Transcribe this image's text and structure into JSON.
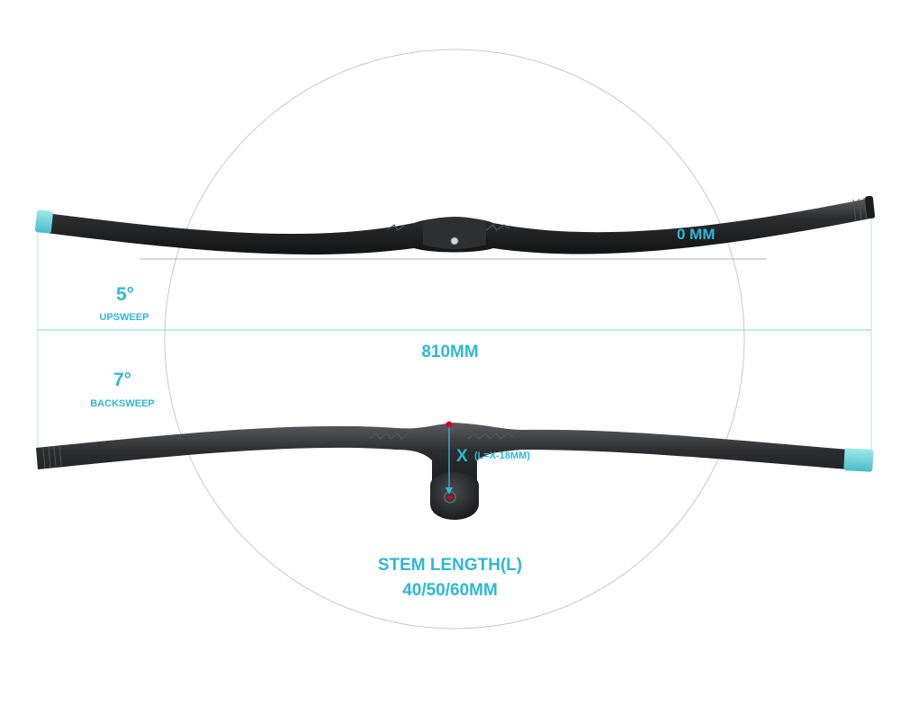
{
  "labels": {
    "rise": "0 MM",
    "upsweep_value": "5°",
    "upsweep_label": "UPSWEEP",
    "width": "810MM",
    "backsweep_value": "7°",
    "backsweep_label": "BACKSWEEP",
    "x_label": "X",
    "x_formula": "(L=X-18MM)",
    "stem_title": "STEM LENGTH(L)",
    "stem_values": "40/50/60MM"
  },
  "colors": {
    "accent": "#2fb7d6",
    "bar": "#2a2b2e",
    "end_cap": "#6fd6dd",
    "marker_red": "#d6002a",
    "circle": "#c8c8c8"
  }
}
